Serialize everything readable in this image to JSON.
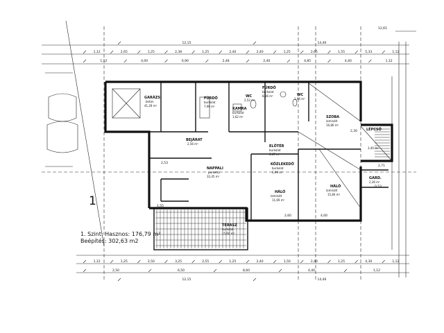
{
  "drawing": {
    "level_label": "1",
    "caption_line1": "1. Szint: Hasznos: 176,79 m²",
    "caption_line2": "Beépítés: 302,63 m2",
    "corner_label": "12,65"
  },
  "rooms": [
    {
      "id": "garage",
      "name": "GARÁZS",
      "sub1": "beton",
      "sub2": "41,29 m²"
    },
    {
      "id": "bath",
      "name": "FÜRDŐ",
      "sub1": "burkolat",
      "sub2": "7,96 m²"
    },
    {
      "id": "pantry",
      "name": "KAMRA",
      "sub1": "burkolat",
      "sub2": "1,62 m²"
    },
    {
      "id": "wc",
      "name": "WC",
      "sub1": "",
      "sub2": "2,52 m²"
    },
    {
      "id": "shower",
      "name": "FÜRDŐ",
      "sub1": "burkolat",
      "sub2": "8,36 m²"
    },
    {
      "id": "toilet2",
      "name": "WC",
      "sub1": "",
      "sub2": "1,96 m²"
    },
    {
      "id": "room_ne",
      "name": "SZOBA",
      "sub1": "laminált",
      "sub2": "16,86 m²"
    },
    {
      "id": "hall",
      "name": "ELŐTÉR",
      "sub1": "burkolat",
      "sub2": "5,47 m²"
    },
    {
      "id": "living",
      "name": "NAPPALI",
      "sub1": "parketta",
      "sub2": "32,45 m²"
    },
    {
      "id": "corridor",
      "name": "KÖZLEKEDŐ",
      "sub1": "burkolat",
      "sub2": "6,99 m²"
    },
    {
      "id": "bed1",
      "name": "HÁLÓ",
      "sub1": "laminált",
      "sub2": "11,69 m²"
    },
    {
      "id": "bed2",
      "name": "HÁLÓ",
      "sub1": "laminált",
      "sub2": "15,84 m²"
    },
    {
      "id": "terrace",
      "name": "TERASZ",
      "sub1": "burkolat",
      "sub2": "15,60 m²"
    },
    {
      "id": "stair",
      "name": "LÉPCSŐ",
      "sub1": "",
      "sub2": "3,40 m²"
    },
    {
      "id": "closet",
      "name": "GARD.",
      "sub1": "",
      "sub2": "2,36 m²"
    },
    {
      "id": "entry",
      "name": "BEJÁRAT",
      "sub1": "",
      "sub2": "2,56 m²"
    }
  ],
  "dims_top_row1": [
    "1,12",
    "2,65",
    "1,25",
    "2,38",
    "1,25",
    "2,40",
    "2,40",
    "1,25",
    "2,65",
    "1,55",
    "5,33",
    "1,12"
  ],
  "dims_top_row2": [
    "1,12",
    "4,00",
    "6,90",
    "2,48",
    "2,40",
    "4,85",
    "4,40",
    "1,12"
  ],
  "dims_top_row3": [
    "12,15",
    "14,46"
  ],
  "dims_bottom_row1": [
    "1,12",
    "1,25",
    "2,50",
    "3,25",
    "2,55",
    "1,25",
    "2,40",
    "1,50",
    "2,40",
    "1,25",
    "4,30",
    "1,12"
  ],
  "dims_bottom_row2": [
    "2,50",
    "6,50",
    "8,60",
    "4,40",
    "1,12"
  ],
  "dims_bottom_row3": [
    "12,15",
    "14,46"
  ],
  "spot_labels": [
    "2,53",
    "1,55",
    "2,60",
    "4,00",
    "2,71",
    "2,30",
    "0,53"
  ]
}
